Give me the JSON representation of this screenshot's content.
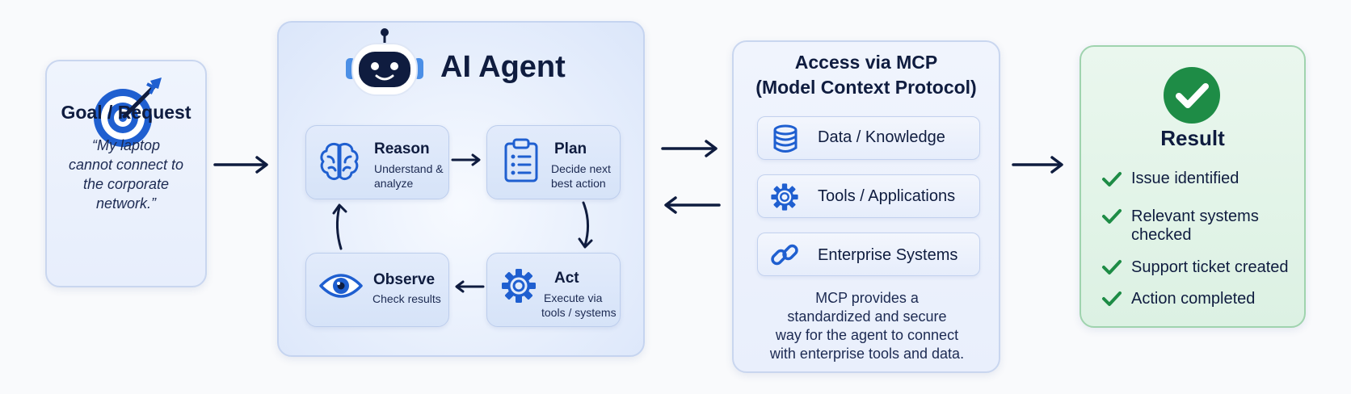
{
  "goal": {
    "title": "Goal / Request",
    "quote_lines": [
      "“My laptop",
      "cannot connect to",
      "the corporate",
      "network.”"
    ],
    "icon": "target-icon"
  },
  "agent": {
    "title": "AI Agent",
    "icon": "robot-icon",
    "steps": {
      "reason": {
        "title": "Reason",
        "desc_lines": [
          "Understand &",
          "analyze"
        ],
        "icon": "brain-icon"
      },
      "plan": {
        "title": "Plan",
        "desc_lines": [
          "Decide next",
          "best action"
        ],
        "icon": "clipboard-icon"
      },
      "act": {
        "title": "Act",
        "desc_lines": [
          "Execute via",
          "tools / systems"
        ],
        "icon": "gear-icon"
      },
      "observe": {
        "title": "Observe",
        "desc_lines": [
          "Check results"
        ],
        "icon": "eye-icon"
      }
    }
  },
  "mcp": {
    "title_lines": [
      "Access via MCP",
      "(Model Context Protocol)"
    ],
    "items": [
      {
        "label": "Data / Knowledge",
        "icon": "database-icon"
      },
      {
        "label": "Tools / Applications",
        "icon": "gear-icon"
      },
      {
        "label": "Enterprise Systems",
        "icon": "link-icon"
      }
    ],
    "desc_lines": [
      "MCP provides a",
      "standardized and secure",
      "way for the agent to connect",
      "with enterprise tools and data."
    ]
  },
  "result": {
    "title": "Result",
    "icon": "check-circle-icon",
    "items": [
      {
        "lines": [
          "Issue identified"
        ]
      },
      {
        "lines": [
          "Relevant systems",
          "checked"
        ]
      },
      {
        "lines": [
          "Support ticket created"
        ]
      },
      {
        "lines": [
          "Action completed"
        ]
      }
    ]
  },
  "colors": {
    "navy": "#0f1c3f",
    "blue": "#2457c5",
    "green": "#1e8c46",
    "card_border": "#c9d6ef",
    "result_border": "#9fd3ae"
  }
}
